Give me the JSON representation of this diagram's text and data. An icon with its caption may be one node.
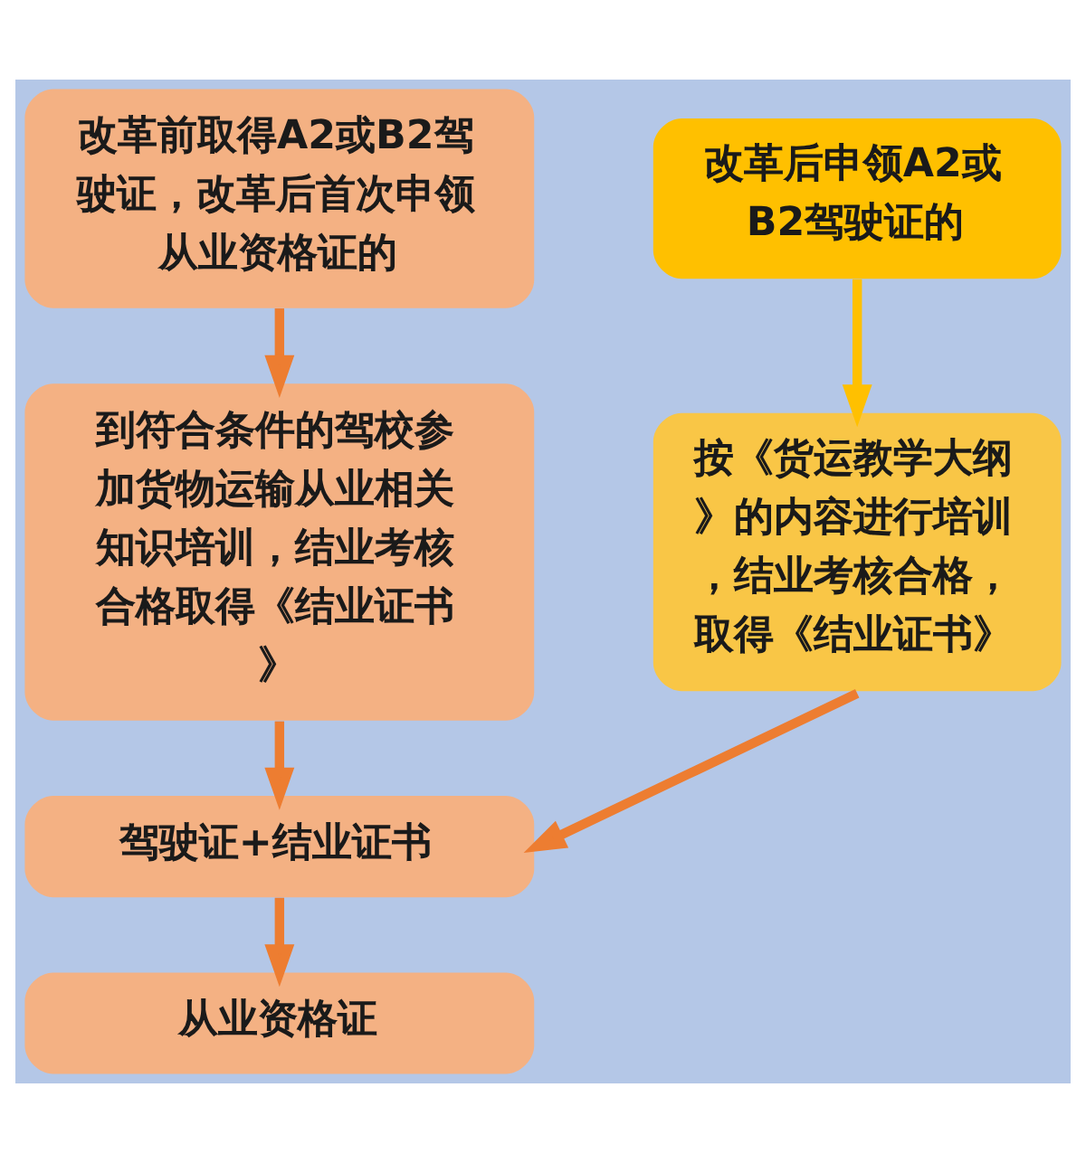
{
  "diagram": {
    "nodes": [
      {
        "text": [
          "改革前取得A2或B2驾驶证，改革后首次申领从业资格证的"
        ]
      },
      {
        "text": [
          "改革后申领A2或B2驾驶证的"
        ]
      },
      {
        "text": [
          "到符合条件的驾校参加货物运输从业相关知识培训，结业考核合格取得《结业证书》"
        ]
      },
      {
        "text": [
          "按《货运教学大纲》的内容进行培训，结业考核合格，取得《结业证书》"
        ]
      },
      {
        "text": [
          "驾驶证+结业证书"
        ]
      },
      {
        "text": [
          "从业资格证"
        ]
      }
    ],
    "edges": [
      {
        "from": 0,
        "to": 2,
        "arrow": "to"
      },
      {
        "from": 1,
        "to": 3,
        "arrow": "to",
        "color": "#ffc000"
      },
      {
        "from": 2,
        "to": 4,
        "arrow": "to"
      },
      {
        "from": 3,
        "to": 4,
        "arrow": "to"
      },
      {
        "from": 4,
        "to": 5,
        "arrow": "to"
      }
    ]
  }
}
